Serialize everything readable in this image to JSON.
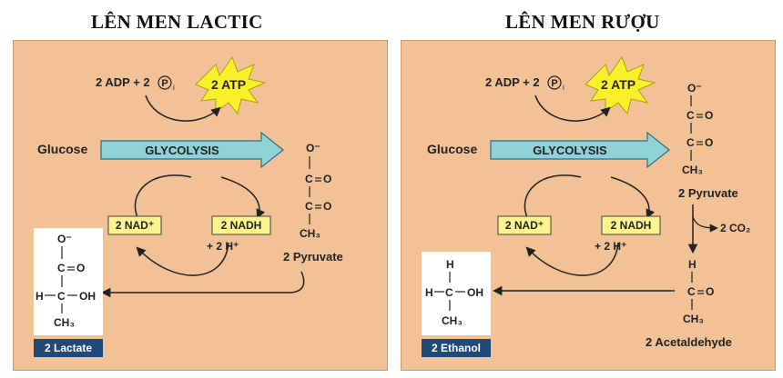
{
  "left": {
    "title": "LÊN MEN LACTIC",
    "adp_label": "2 ADP + 2",
    "pi_symbol": "P",
    "pi_sub": "i",
    "atp_label": "2 ATP",
    "glucose_label": "Glucose",
    "glycolysis_label": "GLYCOLYSIS",
    "nad_label": "2 NAD⁺",
    "nadh_label": "2 NADH",
    "h_label": "+ 2 H⁺",
    "pyruvate_label": "2 Pyruvate",
    "product_label": "2 Lactate",
    "pyruvate_struct": {
      "o_minus": "O⁻",
      "c1": "C",
      "o1": "O",
      "c2": "C",
      "o2": "O",
      "ch3": "CH₃"
    },
    "lactate_struct": {
      "o_minus": "O⁻",
      "c1": "C",
      "o1": "O",
      "h": "H",
      "c2": "C",
      "oh": "OH",
      "ch3": "CH₃"
    }
  },
  "right": {
    "title": "LÊN MEN RƯỢU",
    "adp_label": "2 ADP + 2",
    "pi_symbol": "P",
    "pi_sub": "i",
    "atp_label": "2 ATP",
    "glucose_label": "Glucose",
    "glycolysis_label": "GLYCOLYSIS",
    "nad_label": "2 NAD⁺",
    "nadh_label": "2 NADH",
    "h_label": "+ 2 H⁺",
    "pyruvate_label": "2 Pyruvate",
    "co2_label": "2 CO₂",
    "acetaldehyde_label": "2 Acetaldehyde",
    "product_label": "2 Ethanol",
    "pyruvate_struct": {
      "o_minus": "O⁻",
      "c1": "C",
      "o1": "O",
      "c2": "C",
      "o2": "O",
      "ch3": "CH₃"
    },
    "acetaldehyde_struct": {
      "h": "H",
      "c": "C",
      "o": "O",
      "ch3": "CH₃"
    },
    "ethanol_struct": {
      "h_top": "H",
      "h_left": "H",
      "c": "C",
      "oh": "OH",
      "ch3": "CH₃"
    }
  },
  "colors": {
    "panel_bg": "#f2c195",
    "glycolysis_arrow": "#8fd3d8",
    "nad_box": "#fbf48e",
    "atp_star": "#f8f12a",
    "label_box": "#1f4a78"
  }
}
